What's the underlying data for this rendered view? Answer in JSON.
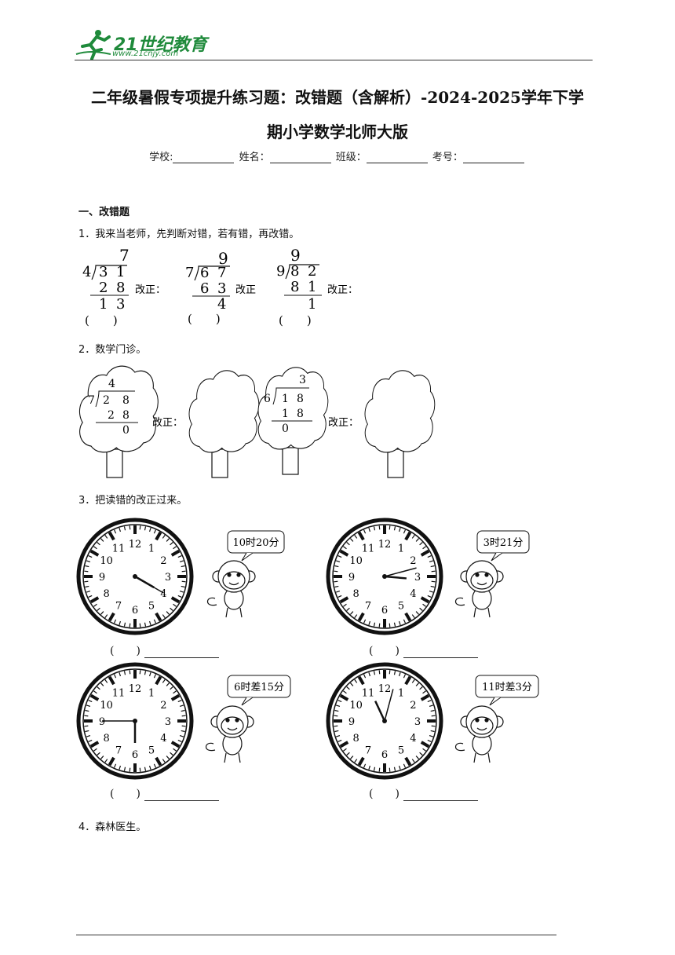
{
  "header": {
    "logo_text": "21世纪教育",
    "logo_sub": "www.21cnjy.com"
  },
  "title": {
    "line1": "二年级暑假专项提升练习题：改错题（含解析）-2024-2025学年下学",
    "line2": "期小学数学北师大版"
  },
  "info": {
    "school": "学校:",
    "name": "姓名：",
    "class": "班级：",
    "number": "考号："
  },
  "section": "一、改错题",
  "questions": {
    "q1": "1．我来当老师，先判断对错，若有错，再改错。",
    "q2": "2．数学门诊。",
    "q3": "3．把读错的改正过来。",
    "q4": "4．森林医生。"
  },
  "q1": {
    "items": [
      {
        "quotient": "7",
        "divisor": "4",
        "dividend": [
          "3",
          "1"
        ],
        "product": [
          "2",
          "8"
        ],
        "remainder": [
          "1",
          "3"
        ],
        "label": "改正："
      },
      {
        "quotient": "9",
        "divisor": "7",
        "dividend": [
          "6",
          "7"
        ],
        "product": [
          "6",
          "3"
        ],
        "remainder": [
          "4"
        ],
        "label": "改正"
      },
      {
        "quotient": "9",
        "divisor": "9",
        "dividend": [
          "8",
          "2"
        ],
        "product": [
          "8",
          "1"
        ],
        "remainder": [
          "1"
        ],
        "label": "改正："
      }
    ],
    "judge": "(　　)"
  },
  "q2": {
    "items": [
      {
        "quotient": "4",
        "divisor": "7",
        "dividend": [
          "2",
          "8"
        ],
        "product": [
          "2",
          "8"
        ],
        "remainder": "0",
        "label": "改正："
      },
      {
        "quotient": "3",
        "divisor": "6",
        "dividend": [
          "1",
          "8"
        ],
        "product": [
          "1",
          "8"
        ],
        "remainder": "0",
        "label": "改正："
      }
    ]
  },
  "q3": {
    "clocks": [
      {
        "speech": "10时20分",
        "hour_angle": 120,
        "minute_angle": 120
      },
      {
        "speech": "3时21分",
        "hour_angle": 95,
        "minute_angle": 75
      },
      {
        "speech": "6时差15分",
        "hour_angle": 180,
        "minute_angle": 270
      },
      {
        "speech": "11时差3分",
        "hour_angle": 335,
        "minute_angle": 15
      }
    ],
    "answer_paren": "(　　)",
    "numbers": [
      "12",
      "1",
      "2",
      "3",
      "4",
      "5",
      "6",
      "7",
      "8",
      "9",
      "10",
      "11"
    ]
  },
  "colors": {
    "logo_green": "#1f8a3b",
    "ink": "#111111"
  }
}
